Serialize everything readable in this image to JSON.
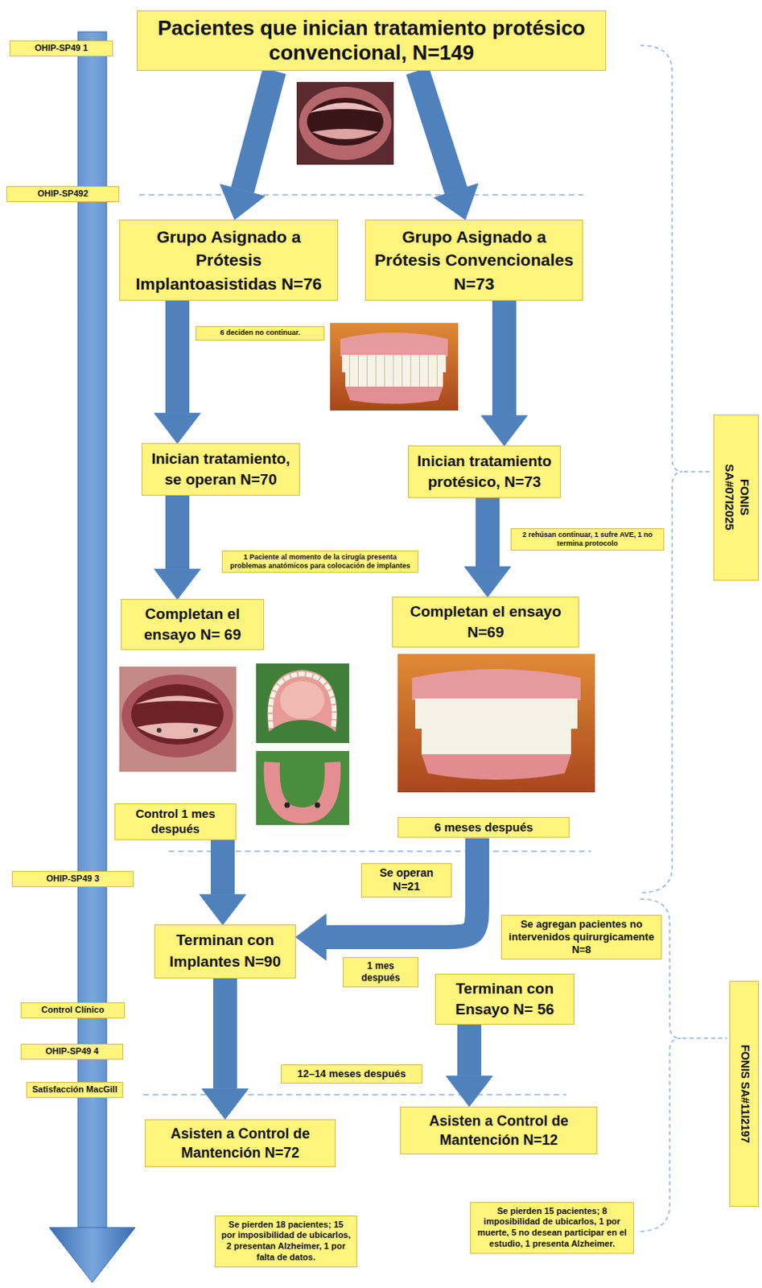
{
  "diagram": {
    "nodes": [
      {
        "text": [
          "OHIP-SP49 1"
        ]
      },
      {
        "text": [
          "Pacientes que inician tratamiento protésico convencional, N=149"
        ]
      },
      {
        "text": [
          "OHIP-SP492"
        ]
      },
      {
        "text": [
          "Grupo Asignado a Prótesis Implantoasistidas N=76"
        ]
      },
      {
        "text": [
          "Grupo Asignado a Prótesis Convencionales N=73"
        ]
      },
      {
        "text": [
          "6 deciden no continuar."
        ]
      },
      {
        "text": [
          "Inician tratamiento, se operan N=70"
        ]
      },
      {
        "text": [
          "Inician tratamiento protésico, N=73"
        ]
      },
      {
        "text": [
          "FONIS SA#07I2025"
        ]
      },
      {
        "text": [
          "2 rehúsan continuar, 1 sufre AVE, 1 no termina protocolo"
        ]
      },
      {
        "text": [
          "1 Paciente al momento de la cirugía presenta problemas anatómicos para colocación de implantes"
        ]
      },
      {
        "text": [
          "Completan el ensayo N= 69"
        ]
      },
      {
        "text": [
          "Completan el ensayo N=69"
        ]
      },
      {
        "text": [
          "Control 1 mes después"
        ]
      },
      {
        "text": [
          "6 meses después"
        ]
      },
      {
        "text": [
          "Se operan N=21"
        ]
      },
      {
        "text": [
          "OHIP-SP49 3"
        ]
      },
      {
        "text": [
          "Terminan con Implantes N=90"
        ]
      },
      {
        "text": [
          "Se agregan pacientes no intervenidos quirurgicamente N=8"
        ]
      },
      {
        "text": [
          "1 mes después"
        ]
      },
      {
        "text": [
          "Terminan con Ensayo N= 56"
        ]
      },
      {
        "text": [
          "Control Clínico"
        ]
      },
      {
        "text": [
          "FONIS SA#11I2197"
        ]
      },
      {
        "text": [
          "OHIP-SP49 4"
        ]
      },
      {
        "text": [
          "12–14 meses después"
        ]
      },
      {
        "text": [
          "Satisfacción MacGill"
        ]
      },
      {
        "text": [
          "Asisten a Control de Mantención N=72"
        ]
      },
      {
        "text": [
          "Asisten a Control de Mantención N=12"
        ]
      },
      {
        "text": [
          "Se pierden 15 pacientes; 8 imposibilidad de ubicarlos, 1 por muerte, 5 no desean participar en el estudio, 1 presenta Alzheimer."
        ]
      },
      {
        "text": [
          "Se pierden 18 pacientes; 15 por imposibilidad de ubicarlos, 2 presentan Alzheimer, 1 por falta de datos."
        ]
      }
    ],
    "edges": [
      {
        "from": 1,
        "to": 3,
        "arrow": "to"
      },
      {
        "from": 1,
        "to": 4,
        "arrow": "to"
      },
      {
        "from": 3,
        "to": 6,
        "arrow": "to"
      },
      {
        "from": 4,
        "to": 7,
        "arrow": "to"
      },
      {
        "from": 6,
        "to": 11,
        "arrow": "to"
      },
      {
        "from": 7,
        "to": 12,
        "arrow": "to"
      },
      {
        "from": 13,
        "to": 17,
        "arrow": "to"
      },
      {
        "from": 14,
        "to": 17,
        "arrow": "to"
      },
      {
        "from": 17,
        "to": 26,
        "arrow": "to"
      },
      {
        "from": 20,
        "to": 27,
        "arrow": "to"
      }
    ]
  }
}
